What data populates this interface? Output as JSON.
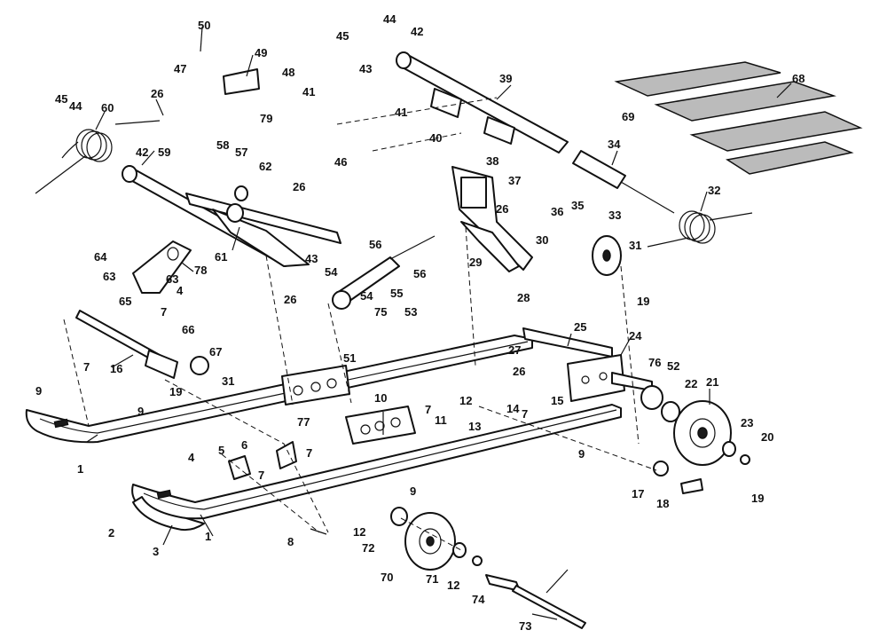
{
  "diagram": {
    "callouts": [
      {
        "id": "c50",
        "text": "50"
      },
      {
        "id": "c47",
        "text": "47"
      },
      {
        "id": "c49",
        "text": "49"
      },
      {
        "id": "c48",
        "text": "48"
      },
      {
        "id": "c41a",
        "text": "41"
      },
      {
        "id": "c79",
        "text": "79"
      },
      {
        "id": "c45a",
        "text": "45"
      },
      {
        "id": "c44a",
        "text": "44"
      },
      {
        "id": "c60",
        "text": "60"
      },
      {
        "id": "c26a",
        "text": "26"
      },
      {
        "id": "c59",
        "text": "59"
      },
      {
        "id": "c42a",
        "text": "42"
      },
      {
        "id": "c58",
        "text": "58"
      },
      {
        "id": "c57",
        "text": "57"
      },
      {
        "id": "c62",
        "text": "62"
      },
      {
        "id": "c26b",
        "text": "26"
      },
      {
        "id": "c61",
        "text": "61"
      },
      {
        "id": "c43a",
        "text": "43"
      },
      {
        "id": "c64",
        "text": "64"
      },
      {
        "id": "c63a",
        "text": "63"
      },
      {
        "id": "c78",
        "text": "78"
      },
      {
        "id": "c63b",
        "text": "63"
      },
      {
        "id": "c4a",
        "text": "4"
      },
      {
        "id": "c65",
        "text": "65"
      },
      {
        "id": "c7a",
        "text": "7"
      },
      {
        "id": "c66",
        "text": "66"
      },
      {
        "id": "c7b",
        "text": "7"
      },
      {
        "id": "c16",
        "text": "16"
      },
      {
        "id": "c67",
        "text": "67"
      },
      {
        "id": "c9a",
        "text": "9"
      },
      {
        "id": "c19a",
        "text": "19"
      },
      {
        "id": "c31a",
        "text": "31"
      },
      {
        "id": "c9b",
        "text": "9"
      },
      {
        "id": "c1a",
        "text": "1"
      },
      {
        "id": "c45b",
        "text": "45"
      },
      {
        "id": "c44b",
        "text": "44"
      },
      {
        "id": "c42b",
        "text": "42"
      },
      {
        "id": "c43b",
        "text": "43"
      },
      {
        "id": "c39",
        "text": "39"
      },
      {
        "id": "c41b",
        "text": "41"
      },
      {
        "id": "c46",
        "text": "46"
      },
      {
        "id": "c40",
        "text": "40"
      },
      {
        "id": "c38",
        "text": "38"
      },
      {
        "id": "c37",
        "text": "37"
      },
      {
        "id": "c34",
        "text": "34"
      },
      {
        "id": "c68",
        "text": "68"
      },
      {
        "id": "c69",
        "text": "69"
      },
      {
        "id": "c32",
        "text": "32"
      },
      {
        "id": "c36",
        "text": "36"
      },
      {
        "id": "c35",
        "text": "35"
      },
      {
        "id": "c26c",
        "text": "26"
      },
      {
        "id": "c30",
        "text": "30"
      },
      {
        "id": "c33",
        "text": "33"
      },
      {
        "id": "c31b",
        "text": "31"
      },
      {
        "id": "c29",
        "text": "29"
      },
      {
        "id": "c28",
        "text": "28"
      },
      {
        "id": "c19b",
        "text": "19"
      },
      {
        "id": "c56a",
        "text": "56"
      },
      {
        "id": "c56b",
        "text": "56"
      },
      {
        "id": "c54a",
        "text": "54"
      },
      {
        "id": "c55",
        "text": "55"
      },
      {
        "id": "c26d",
        "text": "26"
      },
      {
        "id": "c54b",
        "text": "54"
      },
      {
        "id": "c75",
        "text": "75"
      },
      {
        "id": "c53",
        "text": "53"
      },
      {
        "id": "c51",
        "text": "51"
      },
      {
        "id": "c25",
        "text": "25"
      },
      {
        "id": "c27",
        "text": "27"
      },
      {
        "id": "c24",
        "text": "24"
      },
      {
        "id": "c26e",
        "text": "26"
      },
      {
        "id": "c76",
        "text": "76"
      },
      {
        "id": "c52",
        "text": "52"
      },
      {
        "id": "c22",
        "text": "22"
      },
      {
        "id": "c21",
        "text": "21"
      },
      {
        "id": "c10",
        "text": "10"
      },
      {
        "id": "c12a",
        "text": "12"
      },
      {
        "id": "c11",
        "text": "11"
      },
      {
        "id": "c7c",
        "text": "7"
      },
      {
        "id": "c14",
        "text": "14"
      },
      {
        "id": "c7d",
        "text": "7"
      },
      {
        "id": "c15",
        "text": "15"
      },
      {
        "id": "c13",
        "text": "13"
      },
      {
        "id": "c23",
        "text": "23"
      },
      {
        "id": "c20",
        "text": "20"
      },
      {
        "id": "c19c",
        "text": "19"
      },
      {
        "id": "c9c",
        "text": "9"
      },
      {
        "id": "c77",
        "text": "77"
      },
      {
        "id": "c7e",
        "text": "7"
      },
      {
        "id": "c5",
        "text": "5"
      },
      {
        "id": "c6",
        "text": "6"
      },
      {
        "id": "c4b",
        "text": "4"
      },
      {
        "id": "c7f",
        "text": "7"
      },
      {
        "id": "c9d",
        "text": "9"
      },
      {
        "id": "c17",
        "text": "17"
      },
      {
        "id": "c18",
        "text": "18"
      },
      {
        "id": "c2",
        "text": "2"
      },
      {
        "id": "c3",
        "text": "3"
      },
      {
        "id": "c1b",
        "text": "1"
      },
      {
        "id": "c8",
        "text": "8"
      },
      {
        "id": "c12b",
        "text": "12"
      },
      {
        "id": "c72",
        "text": "72"
      },
      {
        "id": "c70",
        "text": "70"
      },
      {
        "id": "c71",
        "text": "71"
      },
      {
        "id": "c12c",
        "text": "12"
      },
      {
        "id": "c74",
        "text": "74"
      },
      {
        "id": "c73",
        "text": "73"
      }
    ]
  }
}
